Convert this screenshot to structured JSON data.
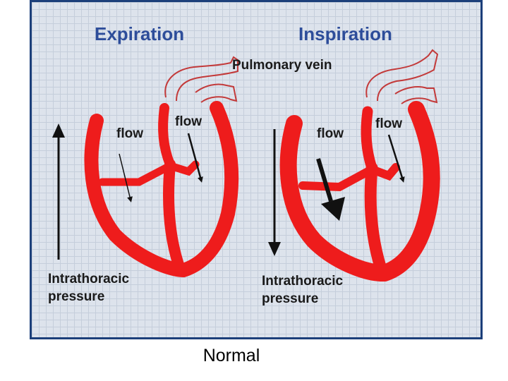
{
  "titles": {
    "left": "Expiration",
    "right": "Inspiration"
  },
  "vein_label": "Pulmonary vein",
  "flow_labels": {
    "left_a": "flow",
    "left_b": "flow",
    "right_a": "flow",
    "right_b": "flow"
  },
  "pressure_labels": {
    "left": {
      "line1": "Intrathoracic",
      "line2": "pressure"
    },
    "right": {
      "line1": "Intrathoracic",
      "line2": "pressure"
    }
  },
  "caption": "Normal",
  "colors": {
    "heart": "#ee1c1c",
    "vein_outline": "#c33a3a",
    "title": "#2d4d9a",
    "frame": "#1c3f7a",
    "arrow": "#111111"
  },
  "icons": {
    "left_pressure_arrow": "arrow-up-icon",
    "right_pressure_arrow": "arrow-down-icon"
  }
}
